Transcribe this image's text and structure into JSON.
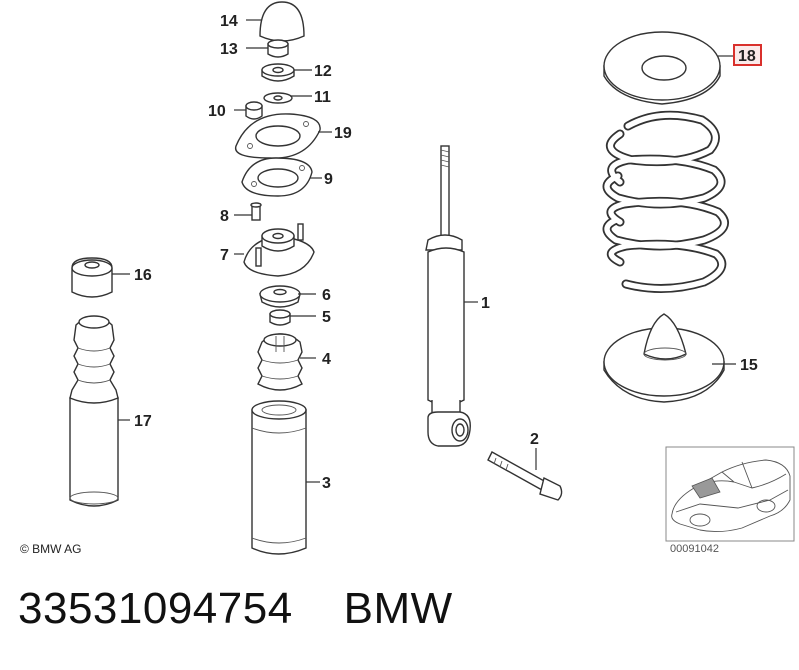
{
  "labels": {
    "p1": "1",
    "p2": "2",
    "p3": "3",
    "p4": "4",
    "p5": "5",
    "p6": "6",
    "p7": "7",
    "p8": "8",
    "p9": "9",
    "p10": "10",
    "p11": "11",
    "p12": "12",
    "p13": "13",
    "p14": "14",
    "p15": "15",
    "p16": "16",
    "p17": "17",
    "p18": "18",
    "p19": "19"
  },
  "copyright": "© BMW AG",
  "image_number": "00091042",
  "caption": {
    "part_number": "33531094754",
    "brand": "BMW"
  },
  "highlight_color": "#d9302c"
}
